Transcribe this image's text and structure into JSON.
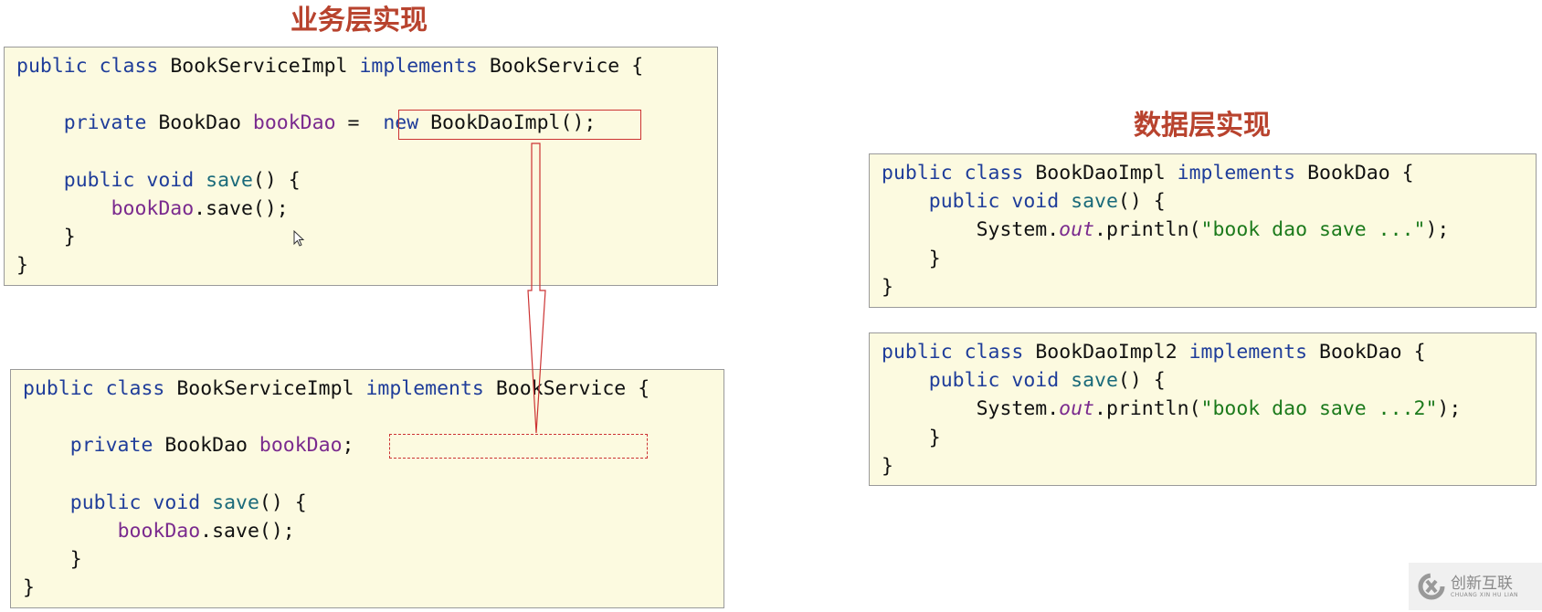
{
  "titles": {
    "service": "业务层实现",
    "dao": "数据层实现"
  },
  "box1": {
    "l1": [
      "public",
      "class",
      "BookServiceImpl",
      "implements",
      "BookService",
      "{"
    ],
    "l3": [
      "private",
      "BookDao",
      "bookDao",
      "=",
      "new",
      "BookDaoImpl();"
    ],
    "l5": [
      "public",
      "void",
      "save",
      "() {"
    ],
    "l6": [
      "bookDao",
      ".save();"
    ],
    "l7": "}",
    "l8": "}"
  },
  "box2": {
    "l1": [
      "public",
      "class",
      "BookServiceImpl",
      "implements",
      "BookService",
      "{"
    ],
    "l3": [
      "private",
      "BookDao",
      "bookDao",
      ";"
    ],
    "l5": [
      "public",
      "void",
      "save",
      "() {"
    ],
    "l6": [
      "bookDao",
      ".save();"
    ],
    "l7": "}",
    "l8": "}"
  },
  "box3": {
    "l1": [
      "public",
      "class",
      "BookDaoImpl",
      "implements",
      "BookDao",
      "{"
    ],
    "l2": [
      "public",
      "void",
      "save",
      "() {"
    ],
    "l3": [
      "System.",
      "out",
      ".println(",
      "\"book dao save ...\"",
      ");"
    ],
    "l4": "}",
    "l5": "}"
  },
  "box4": {
    "l1": [
      "public",
      "class",
      "BookDaoImpl2",
      "implements",
      "BookDao",
      "{"
    ],
    "l2": [
      "public",
      "void",
      "save",
      "() {"
    ],
    "l3": [
      "System.",
      "out",
      ".println(",
      "\"book dao save ...2\"",
      ");"
    ],
    "l4": "}",
    "l5": "}"
  },
  "logo": {
    "name": "创新互联",
    "sub": "CHUANG XIN HU LIAN"
  }
}
